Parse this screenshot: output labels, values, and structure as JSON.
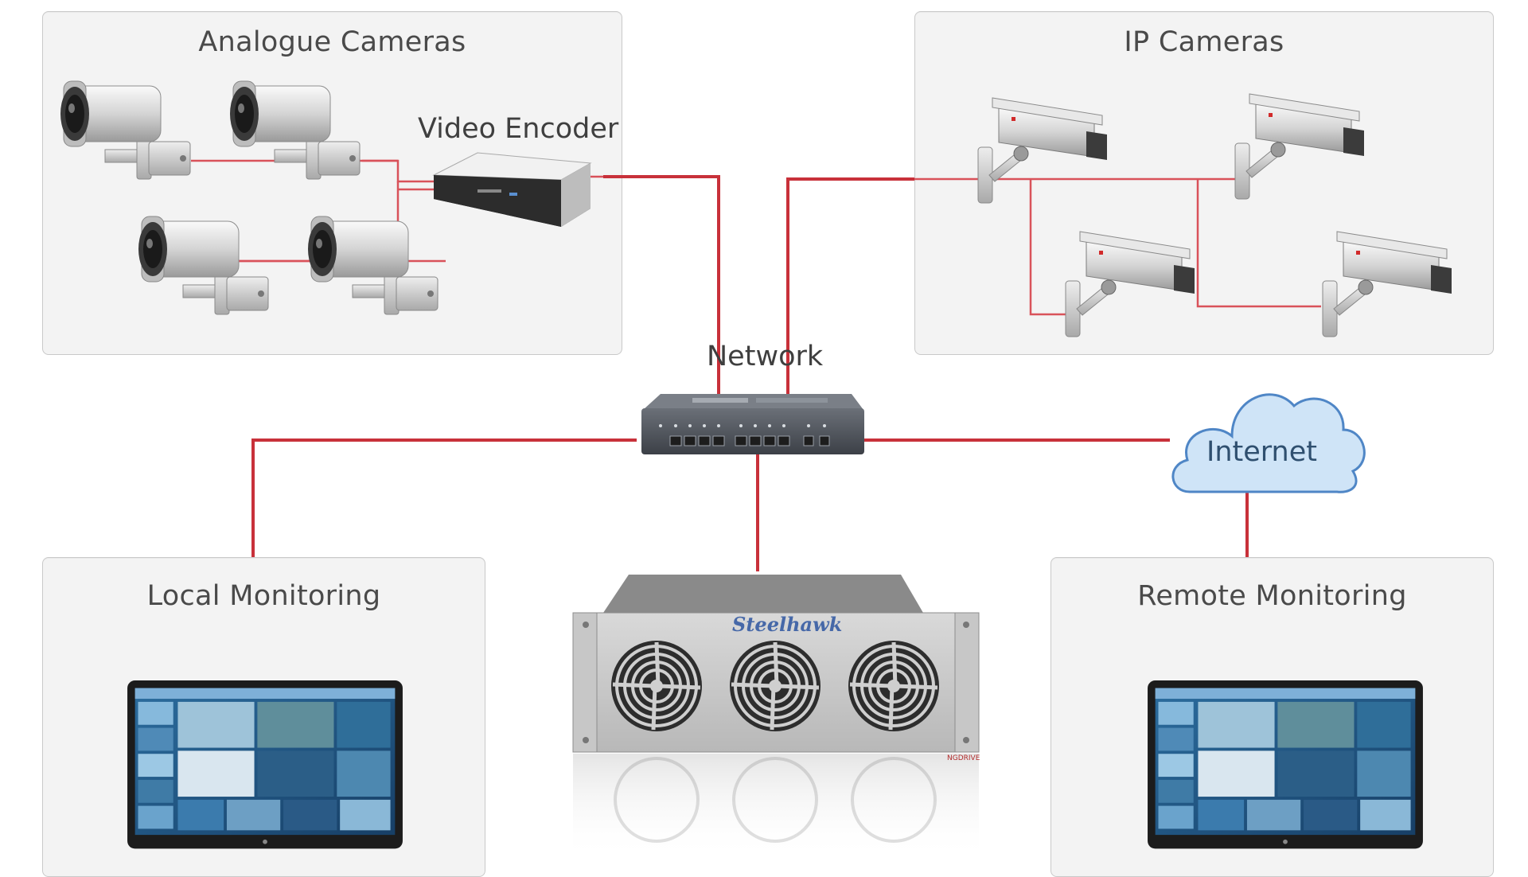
{
  "panels": {
    "analogue_title": "Analogue Cameras",
    "ip_title": "IP Cameras",
    "local_title": "Local Monitoring",
    "remote_title": "Remote Monitoring"
  },
  "labels": {
    "video_encoder": "Video Encoder",
    "network": "Network",
    "internet": "Internet",
    "server_brand": "Steelhawk",
    "server_badge": "NGDRIVE"
  },
  "colors": {
    "link": "#c8313a",
    "panel_bg": "#f3f3f3",
    "cloud_fill": "#cfe4f7",
    "cloud_stroke": "#4f86c6"
  },
  "icons": [
    "bullet-camera-icon",
    "video-encoder-icon",
    "ip-camera-icon",
    "network-switch-icon",
    "cloud-icon",
    "rack-server-icon",
    "monitor-icon"
  ]
}
